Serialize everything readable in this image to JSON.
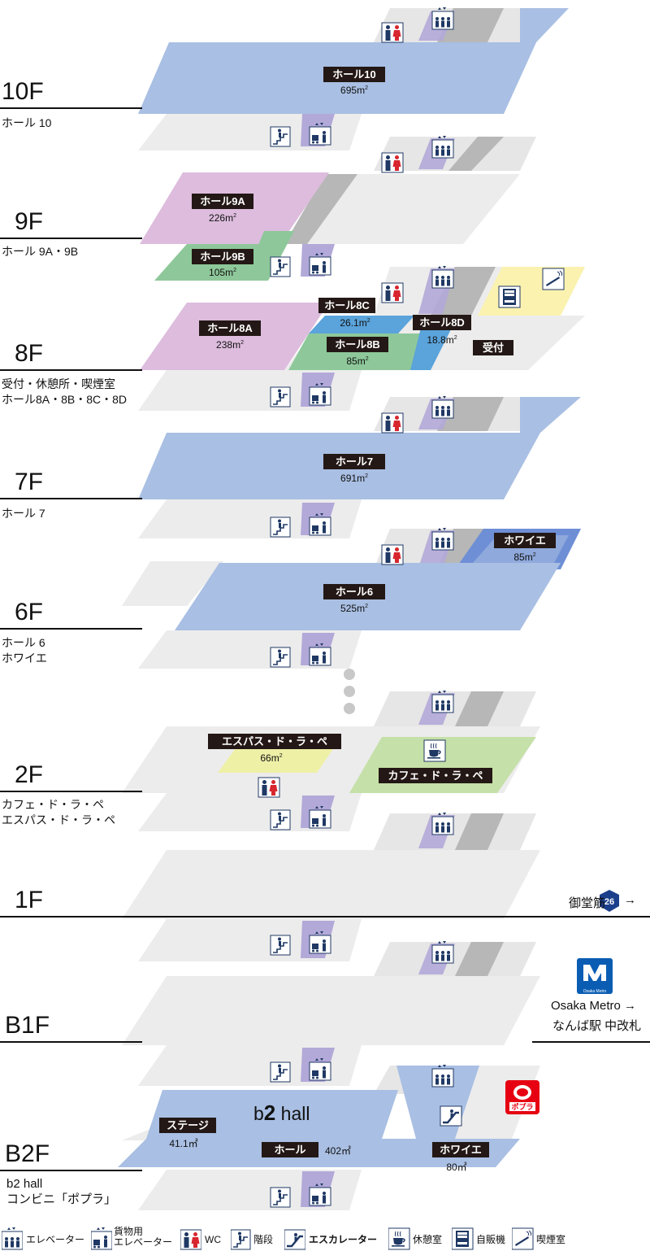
{
  "floors": [
    {
      "id": "10F",
      "name": "10F",
      "sub": "ホール 10"
    },
    {
      "id": "9F",
      "name": "9F",
      "sub": "ホール 9A・9B"
    },
    {
      "id": "8F",
      "name": "8F",
      "sub": "受付・休憩所・喫煙室\nホール8A・8B・8C・8D"
    },
    {
      "id": "7F",
      "name": "7F",
      "sub": "ホール 7"
    },
    {
      "id": "6F",
      "name": "6F",
      "sub": "ホール 6\nホワイエ"
    },
    {
      "id": "2F",
      "name": "2F",
      "sub": "カフェ・ド・ラ・ペ\nエスパス・ド・ラ・ペ"
    },
    {
      "id": "1F",
      "name": "1F",
      "sub": ""
    },
    {
      "id": "B1F",
      "name": "B1F",
      "sub": ""
    },
    {
      "id": "B2F",
      "name": "B2F",
      "sub": "b2 hall\nコンビニ「ポプラ」"
    }
  ],
  "rooms": {
    "hall10": {
      "name": "ホール10",
      "area": "695",
      "unit": "m"
    },
    "hall9a": {
      "name": "ホール9A",
      "area": "226",
      "unit": "m"
    },
    "hall9b": {
      "name": "ホール9B",
      "area": "105",
      "unit": "m"
    },
    "hall8a": {
      "name": "ホール8A",
      "area": "238",
      "unit": "m"
    },
    "hall8b": {
      "name": "ホール8B",
      "area": "85",
      "unit": "m"
    },
    "hall8c": {
      "name": "ホール8C",
      "area": "26.1",
      "unit": "m"
    },
    "hall8d": {
      "name": "ホール8D",
      "area": "18.8",
      "unit": "m"
    },
    "reception": {
      "name": "受付"
    },
    "hall7": {
      "name": "ホール7",
      "area": "691",
      "unit": "m"
    },
    "hall6": {
      "name": "ホール6",
      "area": "525",
      "unit": "m"
    },
    "foyer6": {
      "name": "ホワイエ",
      "area": "85",
      "unit": "m"
    },
    "espace": {
      "name": "エスパス・ド・ラ・ペ",
      "area": "66",
      "unit": "m"
    },
    "cafe": {
      "name": "カフェ・ド・ラ・ペ"
    },
    "stage": {
      "name": "ステージ",
      "area": "41.1㎡"
    },
    "b2hall_logo_b": "b",
    "b2hall_logo_2": "2",
    "b2hall_logo_hall": " hall",
    "b2hall_main": {
      "name": "ホール",
      "area": "402㎡"
    },
    "b2foyer": {
      "name": "ホワイエ",
      "area": "80㎡"
    }
  },
  "exits": {
    "midosuji_text": "御堂筋",
    "midosuji_route": "26",
    "arrow": "→",
    "metro_brand": "Osaka Metro",
    "metro_line1": "Osaka Metro →",
    "metro_line2": "なんば駅 中改札",
    "popura": "ポプラ"
  },
  "legend": [
    {
      "icon": "elevator-icon",
      "label": "エレベーター"
    },
    {
      "icon": "freight-elevator-icon",
      "label": "貨物用\nエレベーター"
    },
    {
      "icon": "wc-icon",
      "label": "WC"
    },
    {
      "icon": "stairs-icon",
      "label": "階段"
    },
    {
      "icon": "escalator-icon",
      "label": "エスカレーター"
    },
    {
      "icon": "lounge-icon",
      "label": "休憩室"
    },
    {
      "icon": "vending-machine-icon",
      "label": "自販機"
    },
    {
      "icon": "smoking-room-icon",
      "label": "喫煙室"
    }
  ],
  "colors": {
    "hall_blue": "#a9bfe3",
    "hall_blue_dark": "#8fa9dc",
    "hall_pink": "#ddbcdd",
    "hall_green": "#8ec89a",
    "hall_light_green": "#c5e0a8",
    "hall_yellow": "#eef0a6",
    "foyer_blue": "#6e8fd6",
    "hall_8c_blue": "#5aa3db",
    "smoking_yellow": "#fbf2b0",
    "floor_grey": "#ececec",
    "core_grey": "#d4d4d4",
    "shaft_grey": "#b7b7b7",
    "lift_purple": "#b3a9d8",
    "tag_black": "#231815",
    "icon_navy": "#1f3864",
    "wc_red": "#d7262e"
  }
}
